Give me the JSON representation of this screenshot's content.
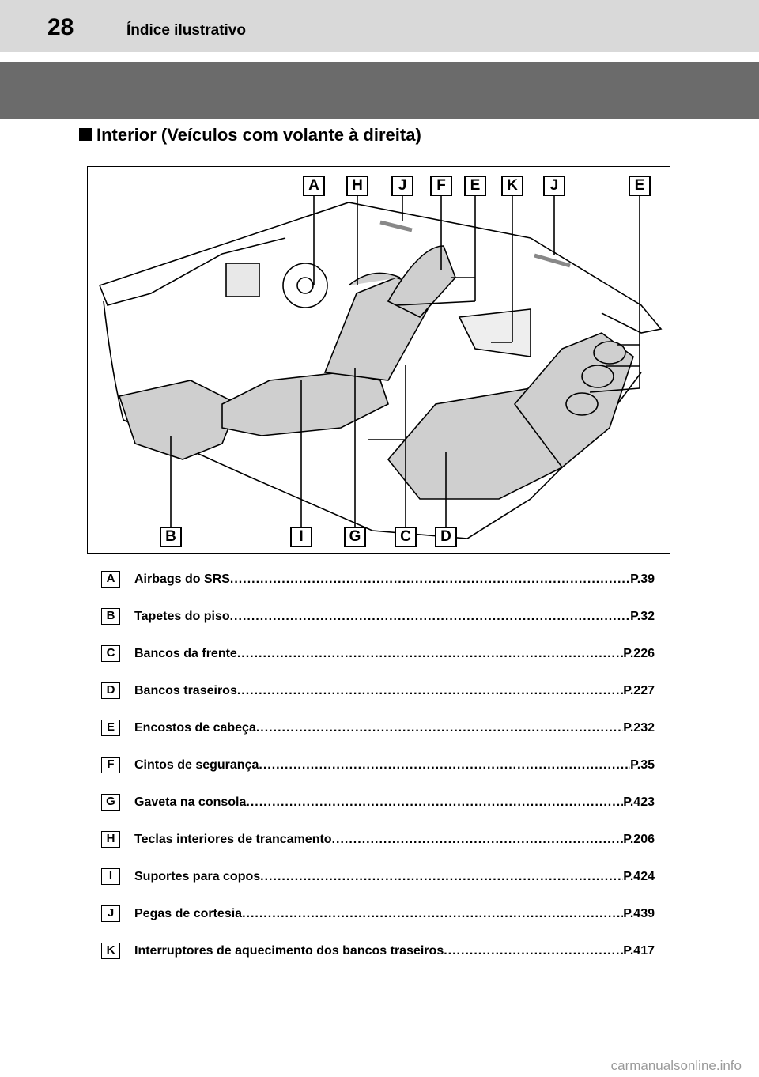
{
  "header": {
    "page_number": "28",
    "title": "Índice ilustrativo"
  },
  "section": {
    "title": "Interior (Veículos com volante à direita)"
  },
  "figure": {
    "callouts_top": [
      "A",
      "H",
      "J",
      "F",
      "E",
      "K",
      "J",
      "E"
    ],
    "callouts_bottom": [
      "B",
      "I",
      "G",
      "C",
      "D"
    ]
  },
  "legend": [
    {
      "key": "A",
      "label": "Airbags do SRS",
      "page": "P.39"
    },
    {
      "key": "B",
      "label": "Tapetes do piso",
      "page": "P.32"
    },
    {
      "key": "C",
      "label": "Bancos da frente",
      "page": "P.226"
    },
    {
      "key": "D",
      "label": "Bancos traseiros",
      "page": "P.227"
    },
    {
      "key": "E",
      "label": "Encostos de cabeça",
      "page": "P.232"
    },
    {
      "key": "F",
      "label": "Cintos de segurança",
      "page": "P.35"
    },
    {
      "key": "G",
      "label": "Gaveta na consola",
      "page": "P.423"
    },
    {
      "key": "H",
      "label": "Teclas interiores de trancamento",
      "page": "P.206"
    },
    {
      "key": "I",
      "label": "Suportes para copos",
      "page": "P.424"
    },
    {
      "key": "J",
      "label": "Pegas de cortesia",
      "page": "P.439"
    },
    {
      "key": "K",
      "label": "Interruptores de aquecimento dos bancos traseiros",
      "page": "P.417"
    }
  ],
  "watermark": "carmanualsonline.info"
}
